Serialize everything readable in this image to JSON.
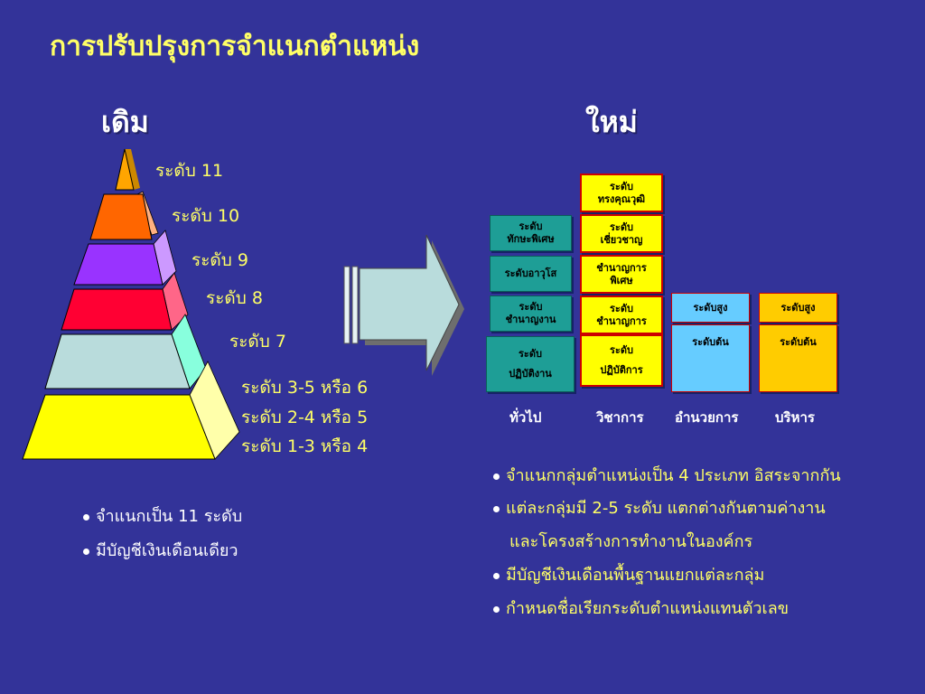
{
  "title": "การปรับปรุงการจำแนกตำแหน่ง",
  "old": {
    "heading": "เดิม",
    "levels": [
      "ระดับ 11",
      "ระดับ 10",
      "ระดับ 9",
      "ระดับ 8",
      "ระดับ 7",
      "ระดับ 3-5 หรือ 6",
      "ระดับ 2-4 หรือ 5",
      "ระดับ 1-3 หรือ 4"
    ],
    "bullets": [
      "จำแนกเป็น 11 ระดับ",
      "มีบัญชีเงินเดือนเดียว"
    ]
  },
  "new": {
    "heading": "ใหม่",
    "groups": {
      "general": {
        "label": "ทั่วไป",
        "boxes": [
          "ระดับ\nทักษะพิเศษ",
          "ระดับอาวุโส",
          "ระดับ\nชำนาญงาน",
          "ระดับ\nปฏิบัติงาน"
        ]
      },
      "academic": {
        "label": "วิชาการ",
        "boxes": [
          "ระดับ\nทรงคุณวุฒิ",
          "ระดับ\nเชี่ยวชาญ",
          "ชำนาญการ\nพิเศษ",
          "ระดับ\nชำนาญการ",
          "ระดับ\nปฏิบัติการ"
        ]
      },
      "directing": {
        "label": "อำนวยการ",
        "boxes": [
          "ระดับสูง",
          "ระดับต้น"
        ]
      },
      "executive": {
        "label": "บริหาร",
        "boxes": [
          "ระดับสูง",
          "ระดับต้น"
        ]
      }
    },
    "bullets": [
      "จำแนกกลุ่มตำแหน่งเป็น 4 ประเภท อิสระจากกัน",
      "แต่ละกลุ่มมี 2-5 ระดับ แตกต่างกันตามค่างาน",
      "และโครงสร้างการทำงานในองค์กร",
      "มีบัญชีเงินเดือนพื้นฐานแยกแต่ละกลุ่ม",
      "กำหนดชื่อเรียกระดับตำแหน่งแทนตัวเลข"
    ]
  },
  "colors": {
    "background": "#333399",
    "title": "#FFFF66",
    "pyramid": [
      "#FFA500",
      "#FF6600",
      "#9933FF",
      "#FF0033",
      "#B9DCDC",
      "#FFFF00"
    ]
  }
}
